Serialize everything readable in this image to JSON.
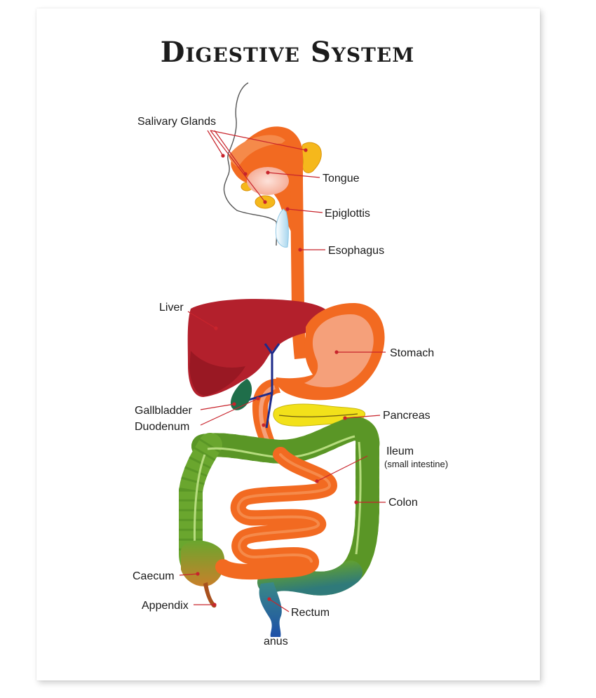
{
  "title": "Digestive System",
  "labels": {
    "salivary_glands": "Salivary Glands",
    "tongue": "Tongue",
    "epiglottis": "Epiglottis",
    "esophagus": "Esophagus",
    "liver": "Liver",
    "stomach": "Stomach",
    "gallbladder": "Gallbladder",
    "duodenum": "Duodenum",
    "pancreas": "Pancreas",
    "ileum": "Ileum",
    "ileum_note": "(small intestine)",
    "colon": "Colon",
    "caecum": "Caecum",
    "appendix": "Appendix",
    "rectum": "Rectum",
    "anus": "anus"
  },
  "colors": {
    "tract_orange": "#f26a21",
    "stomach_fill": "#f5a07a",
    "liver_red": "#b3202c",
    "colon_green": "#6aa62e",
    "pancreas_yellow": "#f2e11a",
    "gallbladder_green": "#1f6e4a",
    "rectum_blue": "#2a5aa8",
    "salivary_yellow": "#f5b81c",
    "leader_red": "#c8242c"
  }
}
